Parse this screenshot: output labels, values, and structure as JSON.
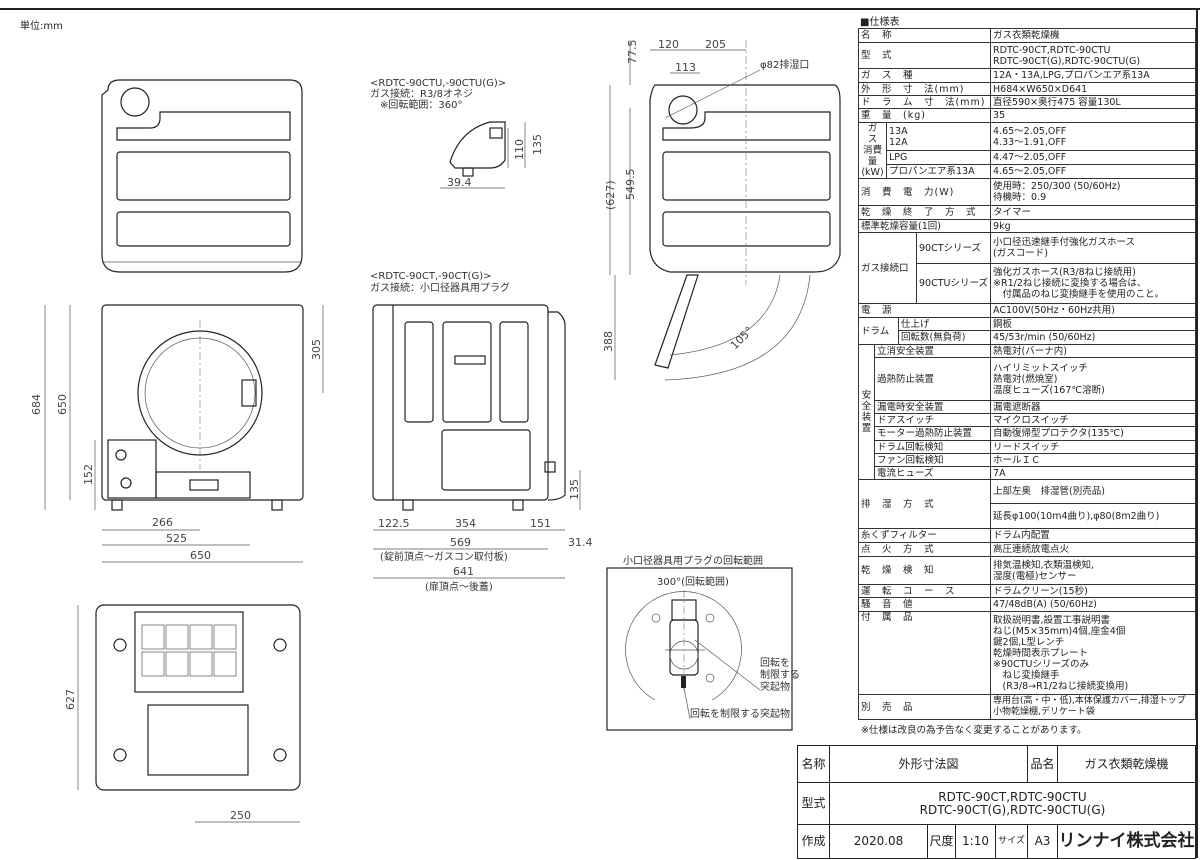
{
  "unit_label": "単位:mm",
  "views": {
    "gas_u_title": "<RDTC-90CTU,-90CTU(G)>",
    "gas_u_conn": "ガス接続：R3/8オネジ",
    "gas_u_rot": "※回転範囲：360°",
    "gas_ct_title": "<RDTC-90CT,-90CT(G)>",
    "gas_ct_conn": "ガス接続：小口径器具用プラグ",
    "plug_title": "小口径器具用プラグの回転範囲",
    "plug_range": "300°(回転範囲)",
    "plug_note_1": "回転を",
    "plug_note_2": "制限する",
    "plug_note_3": "突起物",
    "plug_note_bottom": "回転を制限する突起物",
    "vent_label": "φ82排湿口",
    "side_569_note": "(錠前頂点～ガスコン取付板)",
    "side_641_note": "(扉頂点～後蓋)"
  },
  "dims": {
    "d684": "684",
    "d650v": "650",
    "d305": "305",
    "d152": "152",
    "d266": "266",
    "d525": "525",
    "d650h": "650",
    "d627b": "627",
    "d250": "250",
    "d110": "110",
    "d135a": "135",
    "d39_4": "39.4",
    "d135b": "135",
    "d122_5": "122.5",
    "d354": "354",
    "d151": "151",
    "d569": "569",
    "d31_4": "31.4",
    "d641": "641",
    "d120": "120",
    "d205": "205",
    "d113": "113",
    "d77_5": "77.5",
    "d627p": "(627)",
    "d549_5": "549.5",
    "d388": "388",
    "d105": "105°"
  },
  "spec": {
    "heading": "■仕様表",
    "name_l": "名　称",
    "name_v": "ガス衣類乾燥機",
    "model_l": "型　式",
    "model_v": "RDTC-90CT,RDTC-90CTU\nRDTC-90CT(G),RDTC-90CTU(G)",
    "gas_l": "ガ　ス　種",
    "gas_v": "12A・13A,LPG,プロパンエア系13A",
    "size_l": "外　形　寸　法(mm)",
    "size_v": "H684×W650×D641",
    "drum_l": "ド　ラ　ム　寸　法(mm)",
    "drum_v": "直径590×奥行475 容量130L",
    "weight_l": "重　量　(kg)",
    "weight_v": "35",
    "cons_l": "ガ　ス\n消費量\n(kW)",
    "cons_13a_l": "13A\n12A",
    "cons_13a_v": "4.65～2.05,OFF\n4.33～1.91,OFF",
    "cons_lpg_l": "LPG",
    "cons_lpg_v": "4.47～2.05,OFF",
    "cons_pa_l": "プロパンエア系13A",
    "cons_pa_v": "4.65～2.05,OFF",
    "power_l": "消　費　電　力(W)",
    "power_v": "使用時：250/300 (50/60Hz)\n待機時：0.9",
    "end_l": "乾　燥　終　了　方　式",
    "end_v": "タイマー",
    "cap_l": "標準乾燥容量(1回)",
    "cap_v": "9kg",
    "conn_l": "ガス接続口",
    "conn_ct_l": "90CTシリーズ",
    "conn_ct_v": "小口径迅速継手付強化ガスホース\n(ガスコード)",
    "conn_ctu_l": "90CTUシリーズ",
    "conn_ctu_v": "強化ガスホース(R3/8ねじ接続用)\n※R1/2ねじ接続に変換する場合は、\n　付属品のねじ変換継手を使用のこと。",
    "elec_l": "電　源",
    "elec_v": "AC100V(50Hz・60Hz共用)",
    "drumx_l": "ドラム",
    "finish_l": "仕上げ",
    "finish_v": "鋼板",
    "rpm_l": "回転数(無負荷)",
    "rpm_v": "45/53r/min (50/60Hz)",
    "safety_l": "安\n全\n装\n置",
    "s1_l": "立消安全装置",
    "s1_v": "熱電対(バーナ内)",
    "s2_l": "過熱防止装置",
    "s2_v": "ハイリミットスイッチ\n熱電対(燃焼室)\n温度ヒューズ(167℃溶断)",
    "s3_l": "漏電時安全装置",
    "s3_v": "漏電遮断器",
    "s4_l": "ドアスイッチ",
    "s4_v": "マイクロスイッチ",
    "s5_l": "モーター過熱防止装置",
    "s5_v": "自動復帰型プロテクタ(135℃)",
    "s6_l": "ドラム回転検知",
    "s6_v": "リードスイッチ",
    "s7_l": "ファン回転検知",
    "s7_v": "ホールＩＣ",
    "s8_l": "電流ヒューズ",
    "s8_v": "7A",
    "exh_l": "排　湿　方　式",
    "exh_v1": "上部左奥　排湿管(別売品)",
    "exh_v2": "延長φ100(10m4曲り),φ80(8m2曲り)",
    "lint_l": "糸くずフィルター",
    "lint_v": "ドラム内配置",
    "ign_l": "点　火　方　式",
    "ign_v": "高圧連続放電点火",
    "det_l": "乾　燥　検　知",
    "det_v": "排気温検知,衣類温検知,\n湿度(電極)センサー",
    "course_l": "運　転　コ　ー　ス",
    "course_v": "ドラムクリーン(15秒)",
    "noise_l": "騒　音　値",
    "noise_v": "47/48dB(A) (50/60Hz)",
    "acc_l": "付　属　品",
    "acc_v": "取扱説明書,設置工事説明書\nねじ(M5×35mm)4個,座金4個\n鍵2個,L型レンチ\n乾燥時間表示プレート\n※90CTUシリーズのみ\n　ねじ変換継手\n　(R3/8→R1/2ねじ接続変換用)",
    "opt_l": "別　売　品",
    "opt_v": "専用台(高・中・低),本体保護カバー,排湿トップ\n小物乾燥棚,デリケート袋",
    "note": "※仕様は改良の為予告なく変更することがあります。"
  },
  "title_block": {
    "name_l": "名称",
    "name_v": "外形寸法図",
    "prod_l": "品名",
    "prod_v": "ガス衣類乾燥機",
    "model_l": "型式",
    "model_v": "RDTC-90CT,RDTC-90CTU\nRDTC-90CT(G),RDTC-90CTU(G)",
    "made_l": "作成",
    "made_v": "2020.08",
    "scale_l": "尺度",
    "scale_v": "1:10",
    "size_l": "サイズ",
    "size_v": "A3",
    "maker": "リンナイ株式会社"
  }
}
